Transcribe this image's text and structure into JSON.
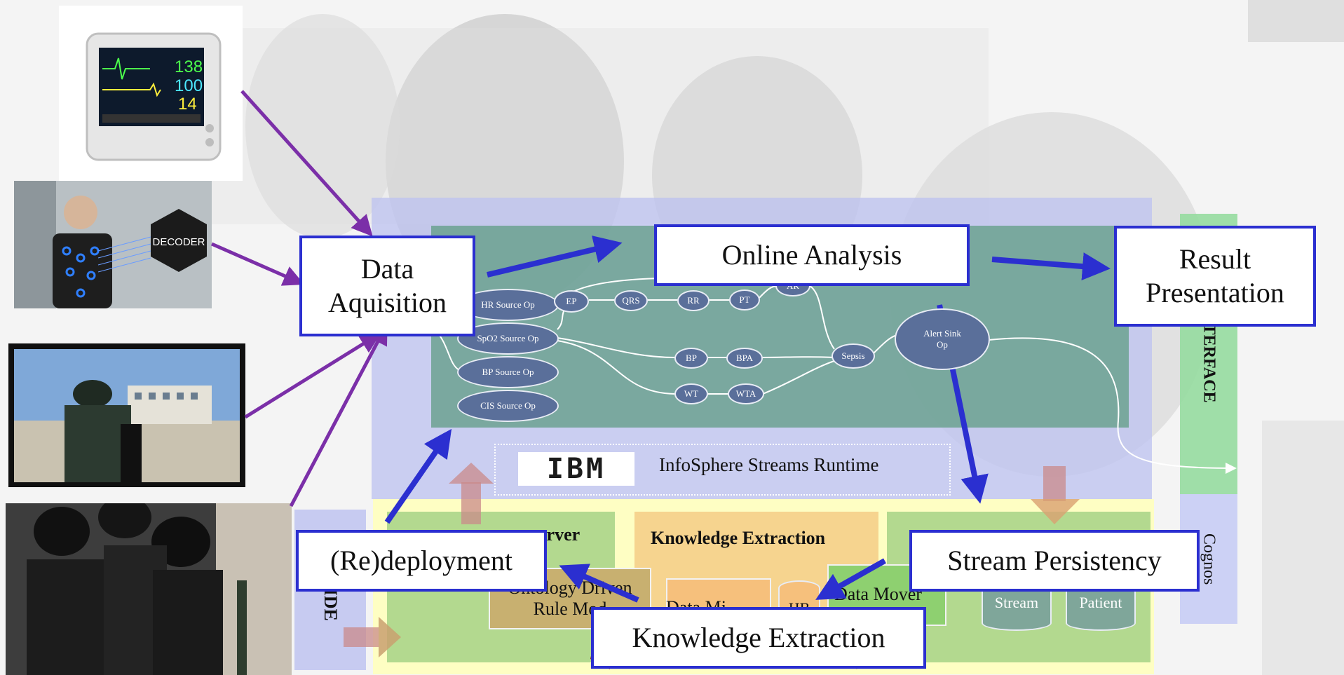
{
  "diagram": {
    "stage_labels": {
      "data_acquisition": "Data\nAquisition",
      "online_analysis": "Online Analysis",
      "result_presentation": "Result\nPresentation",
      "redeployment": "(Re)deployment",
      "knowledge_extraction": "Knowledge Extraction",
      "stream_persistency": "Stream Persistency"
    },
    "runtime_label": "InfoSphere Streams Runtime",
    "ibm_logo": "IBM",
    "side_labels": {
      "interface": "INTERFACE",
      "cognos": "Cognos",
      "ide": "DE IDE"
    },
    "lower_panel": {
      "server_title": "erver",
      "knowledge_extraction_title": "Knowledge Extraction",
      "rule_box": "Ontology Driven\nRule Mod",
      "data_mining": "Data Mi",
      "hb": "HB",
      "data_mover": "Data Mover",
      "stores": [
        "Stream",
        "Patient"
      ]
    },
    "operators": {
      "hr_source": "HR Source Op",
      "spo2_source": "SpO2 Source Op",
      "bp_source": "BP Source Op",
      "cis_source": "CIS Source Op",
      "ep": "EP",
      "qrs": "QRS",
      "rr": "RR",
      "pt": "PT",
      "ar": "AR",
      "bp": "BP",
      "bpa": "BPA",
      "wt": "WT",
      "wta": "WTA",
      "sepsis": "Sepsis",
      "alert_sink": "Alert Sink\nOp"
    },
    "monitor_readings": [
      "138",
      "100",
      "14"
    ],
    "decoder_label": "DECODER",
    "colors": {
      "arrow_blue": "#2b2fd0",
      "arrow_purple": "#7b2fa8",
      "runtime_panel": "#bec3f0",
      "graph_green": "#68a08c",
      "interface_green": "#96dca0"
    }
  }
}
